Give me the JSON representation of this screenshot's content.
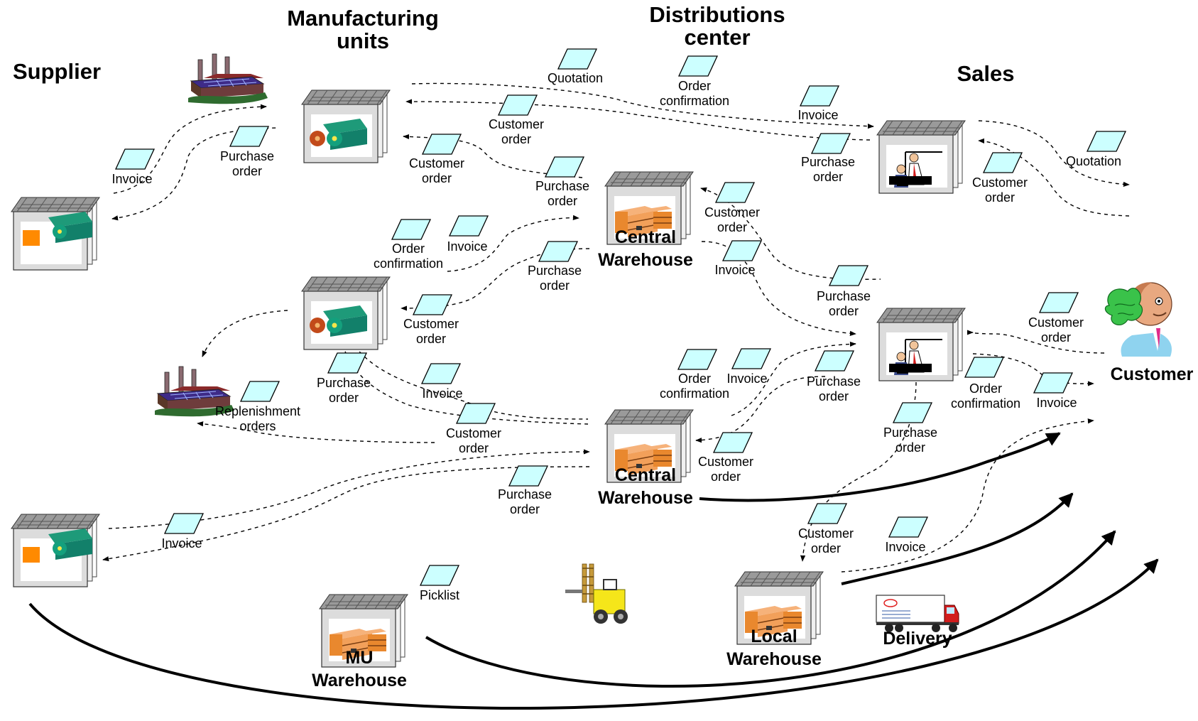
{
  "headers": {
    "supplier": "Supplier",
    "manufacturing": "Manufacturing\nunits",
    "distribution": "Distributions\ncenter",
    "sales": "Sales"
  },
  "nodes": {
    "central_warehouse_1": "Central\nWarehouse",
    "central_warehouse_2": "Central\nWarehouse",
    "local_warehouse": "Local\nWarehouse",
    "mu_warehouse": "MU\nWarehouse",
    "customer": "Customer",
    "delivery": "Delivery"
  },
  "documents": {
    "invoice_supplier": "Invoice",
    "po_supplier": "Purchase\norder",
    "quotation_top": "Quotation",
    "order_conf_top": "Order\nconfirmation",
    "invoice_top": "Invoice",
    "customer_order_mu_top": "Customer\norder",
    "customer_order_mu_2": "Customer\norder",
    "po_cw_top": "Purchase\norder",
    "po_sales_top": "Purchase\norder",
    "quotation_right": "Quotation",
    "customer_order_right": "Customer\norder",
    "order_conf_mid": "Order\nconfirmation",
    "invoice_mid": "Invoice",
    "po_mid": "Purchase\norder",
    "customer_order_mid": "Customer\norder",
    "customer_order_cw_sales": "Customer\norder",
    "invoice_cw_sales": "Invoice",
    "po_cw_sales": "Purchase\norder",
    "customer_order_cust": "Customer\norder",
    "po_mu2": "Purchase\norder",
    "invoice_mu2": "Invoice",
    "replenishment": "Replenishment\norders",
    "order_conf_low": "Order\nconfirmation",
    "invoice_low": "Invoice",
    "po_low_sales": "Purchase\norder",
    "order_conf_cust": "Order\nconfirmation",
    "invoice_cust": "Invoice",
    "customer_order_low": "Customer\norder",
    "customer_order_cw2": "Customer\norder",
    "po_cw2_below": "Purchase\norder",
    "po_sales_local": "Purchase\norder",
    "invoice_supplier2": "Invoice",
    "customer_order_local": "Customer\norder",
    "invoice_local": "Invoice",
    "picklist": "Picklist"
  }
}
